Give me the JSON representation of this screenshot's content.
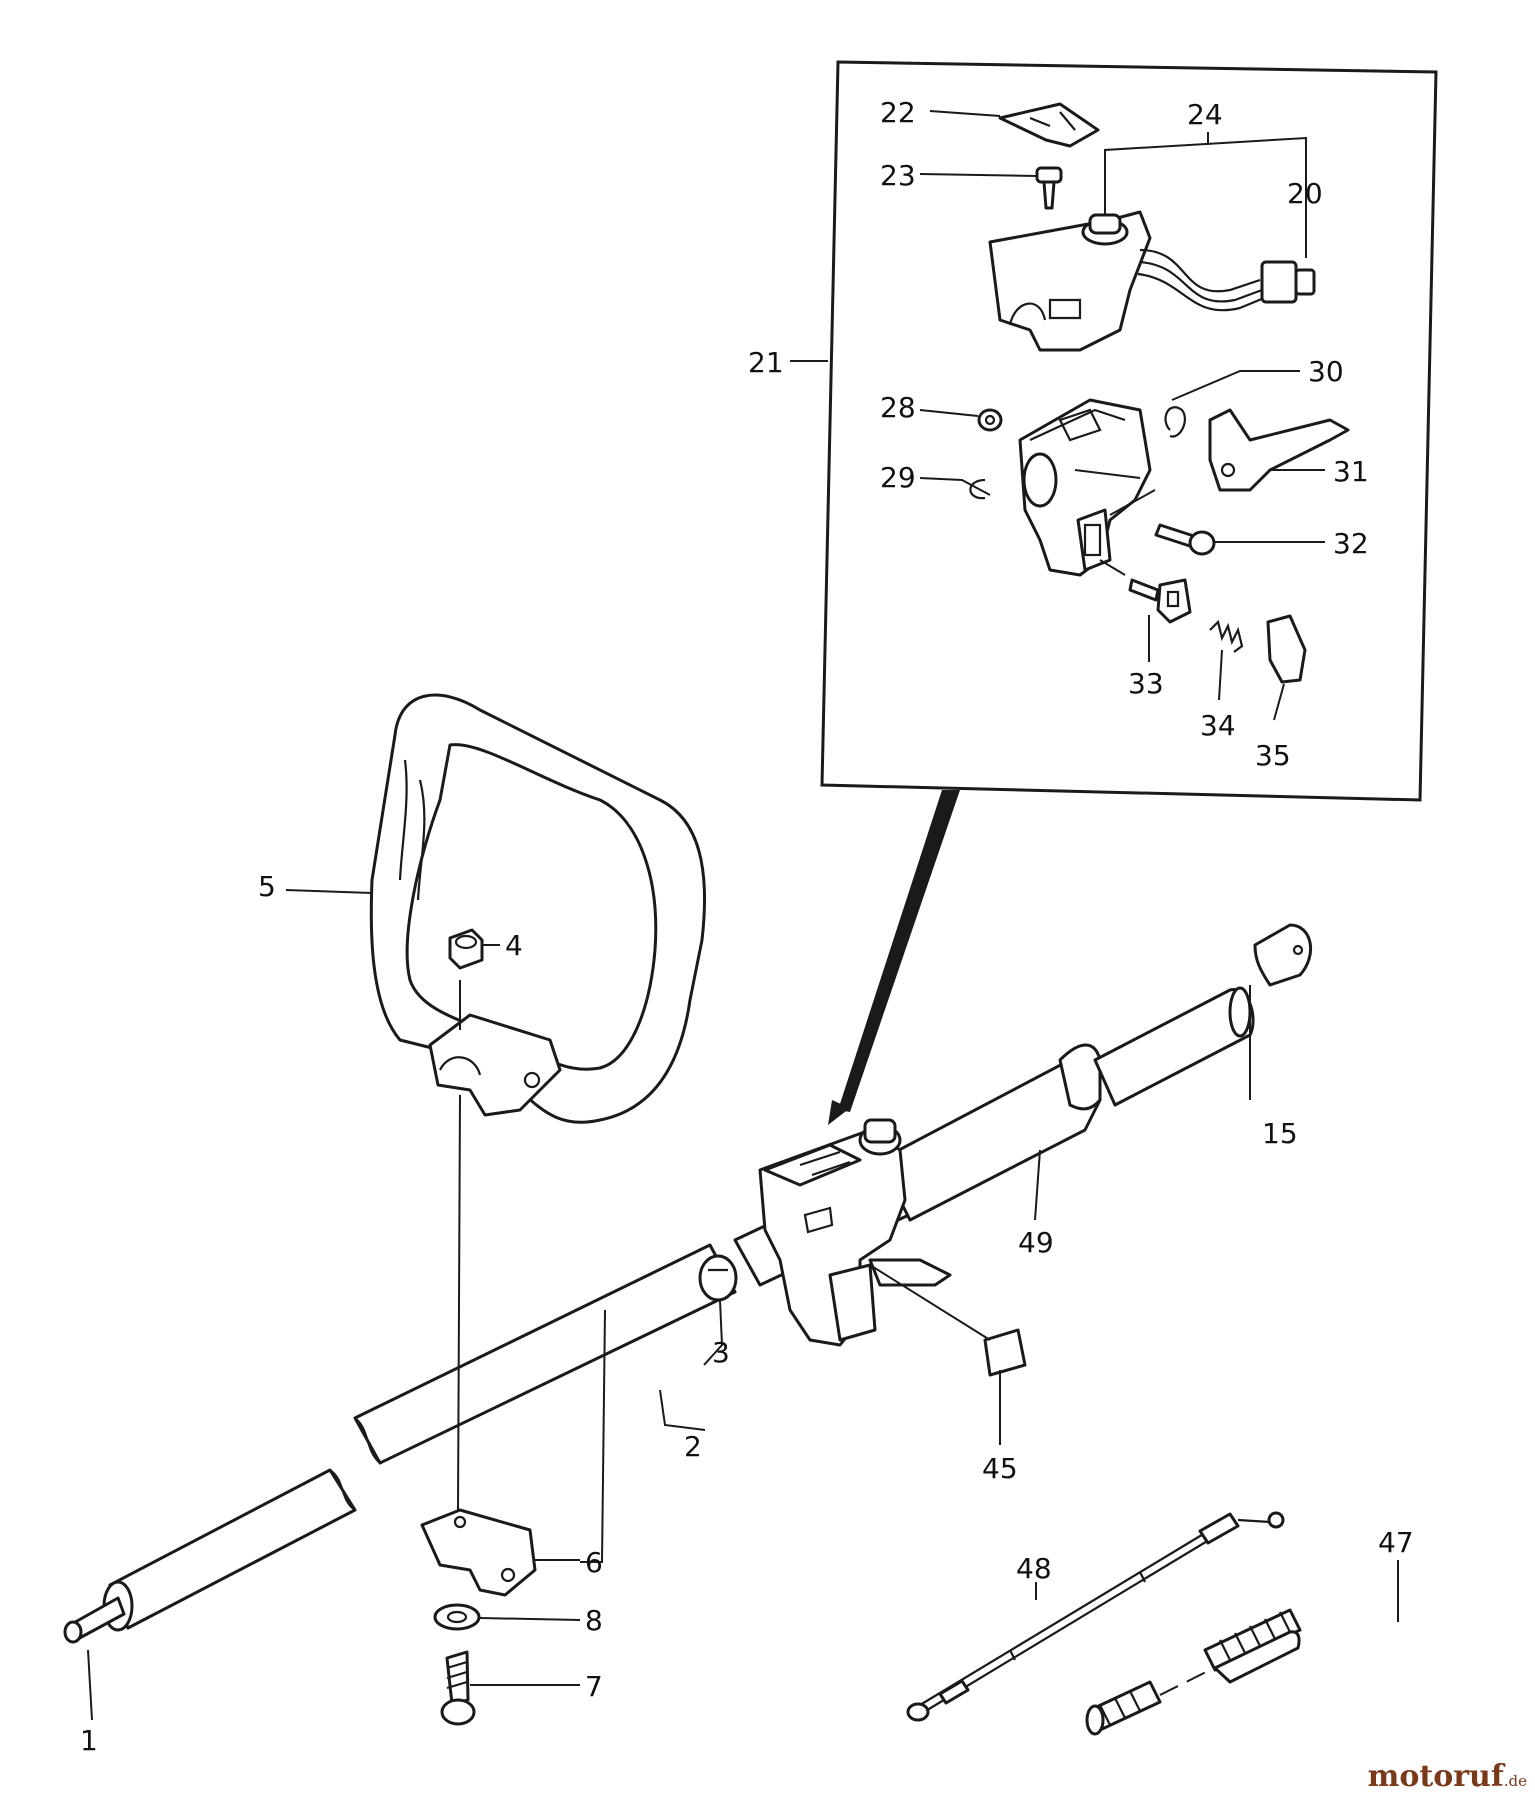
{
  "labels": {
    "l1": "1",
    "l2": "2",
    "l3": "3",
    "l4": "4",
    "l5": "5",
    "l6": "6",
    "l7": "7",
    "l8": "8",
    "l15": "15",
    "l20": "20",
    "l21": "21",
    "l22": "22",
    "l23": "23",
    "l24": "24",
    "l28": "28",
    "l29": "29",
    "l30": "30",
    "l31": "31",
    "l32": "32",
    "l33": "33",
    "l34": "34",
    "l35": "35",
    "l45": "45",
    "l47": "47",
    "l48": "48",
    "l49": "49"
  },
  "watermark": {
    "brand": "motoruf",
    "suffix": ".de"
  }
}
